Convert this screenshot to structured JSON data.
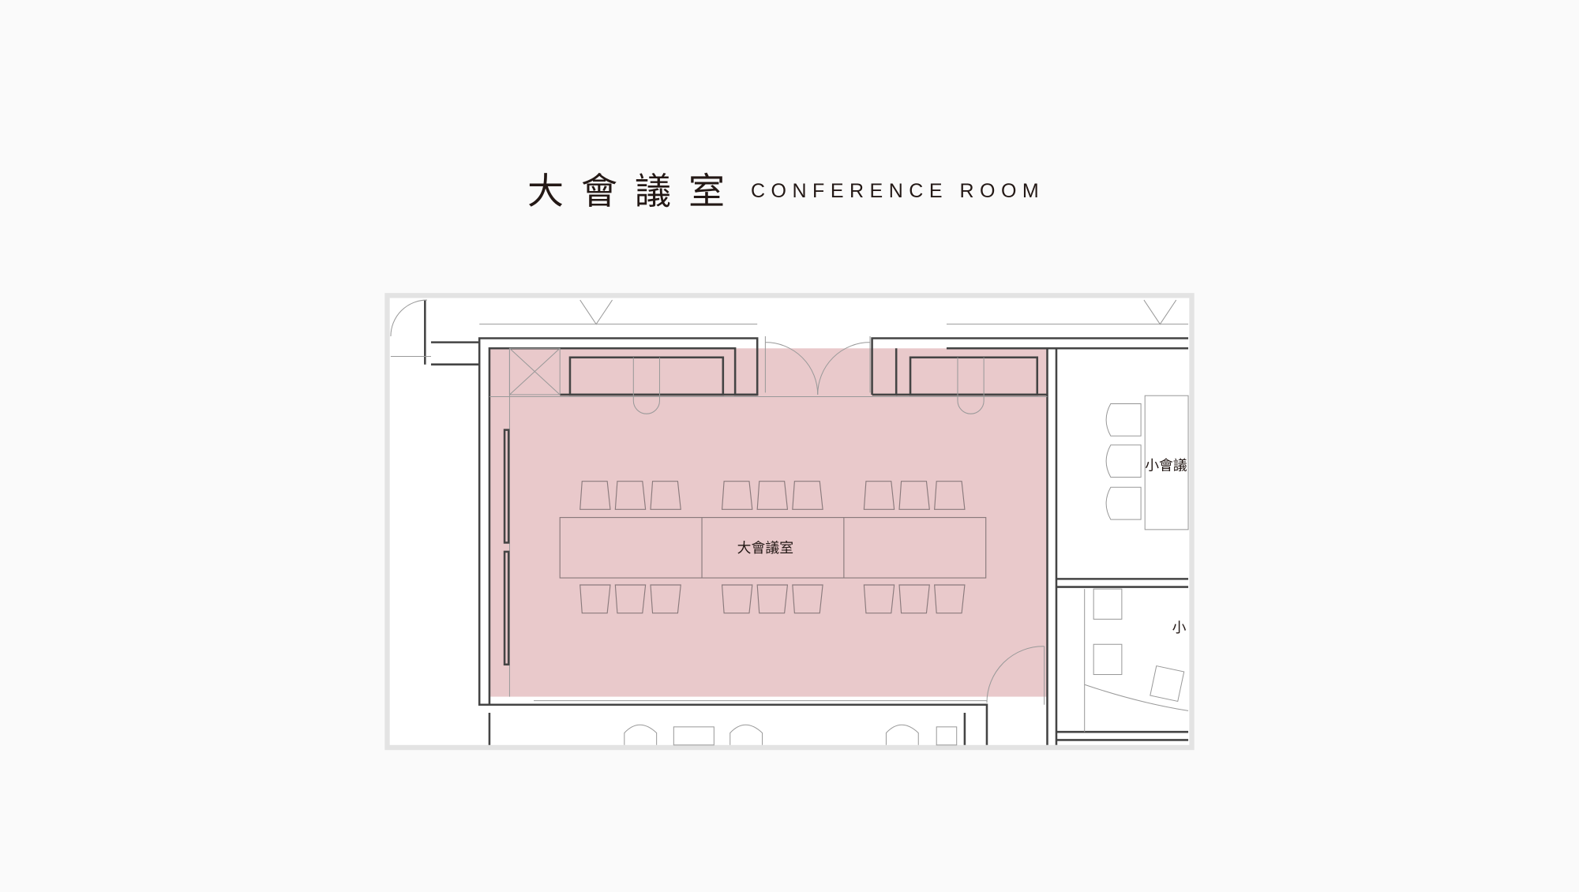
{
  "header": {
    "title_zh": "大會議室",
    "title_en": "CONFERENCE ROOM"
  },
  "plan": {
    "main_room_label": "大會議室",
    "small_room_label_1": "小會議",
    "small_room_label_2": "小",
    "highlight_color": "#e9c9cb",
    "frame_color": "#e3e3e3"
  }
}
